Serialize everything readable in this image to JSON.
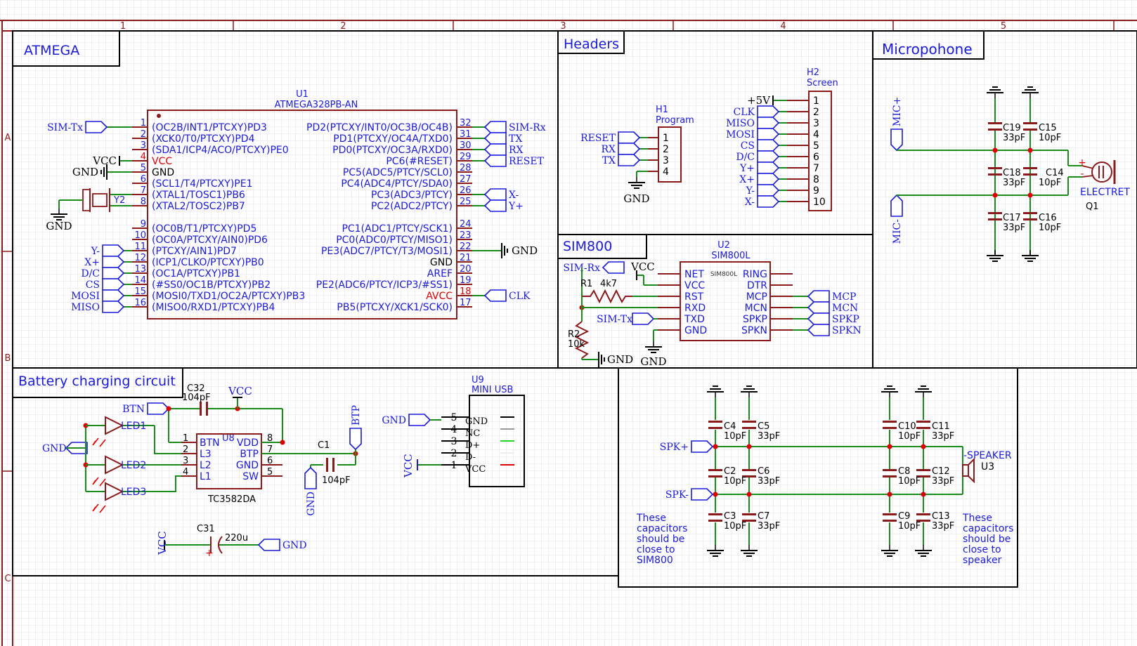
{
  "colors": {
    "wire": "#1a8c1a",
    "part": "#8b1a1a",
    "pin": "#8b1a1a",
    "label": "#1a1adb",
    "power": "#000000",
    "red": "#e00000",
    "frame": "#8b1a1a",
    "grid": "#e2e2ea",
    "box": "#000000"
  },
  "ruler": {
    "cols": [
      "1",
      "2",
      "3",
      "4",
      "5"
    ],
    "rows": [
      "A",
      "B",
      "C"
    ]
  },
  "sections": {
    "atmega": "ATMEGA",
    "headers": "Headers",
    "mic": "Micropohone",
    "sim800": "SIM800",
    "battery": "Battery charging circuit"
  },
  "u1": {
    "ref": "U1",
    "part": "ATMEGA328PB-AN",
    "left_pins": [
      {
        "num": "1",
        "name": "(OC2B/INT1/PTCXY)PD3"
      },
      {
        "num": "2",
        "name": "(XCK0/T0/PTCXY)PD4"
      },
      {
        "num": "3",
        "name": "(SDA1/ICP4/ACO/PTCXY)PE0"
      },
      {
        "num": "4",
        "name": "VCC",
        "red": true
      },
      {
        "num": "5",
        "name": "GND"
      },
      {
        "num": "6",
        "name": "(SCL1/T4/PTCXY)PE1"
      },
      {
        "num": "7",
        "name": "(XTAL1/TOSC1)PB6"
      },
      {
        "num": "8",
        "name": "(XTAL2/TOSC2)PB7"
      },
      {
        "num": "9",
        "name": "(OC0B/T1/PTCXY)PD5"
      },
      {
        "num": "10",
        "name": "(OC0A/PTCXY/AIN0)PD6"
      },
      {
        "num": "11",
        "name": "(PTCXY/AIN1)PD7"
      },
      {
        "num": "12",
        "name": "(ICP1/CLKO/PTCXY)PB0"
      },
      {
        "num": "13",
        "name": "(OC1A/PTCXY)PB1"
      },
      {
        "num": "14",
        "name": "(#SS0/OC1B/PTCXY)PB2"
      },
      {
        "num": "15",
        "name": "(MOSI0/TXD1/OC2A/PTCXY)PB3"
      },
      {
        "num": "16",
        "name": "(MISO0/RXD1/PTCXY)PB4"
      }
    ],
    "right_pins": [
      {
        "num": "32",
        "name": "PD2(PTCXY/INT0/OC3B/OC4B)"
      },
      {
        "num": "31",
        "name": "PD1(PTCXY/OC4A/TXD0)"
      },
      {
        "num": "30",
        "name": "PD0(PTCXY/OC3A/RXD0)"
      },
      {
        "num": "29",
        "name": "PC6(#RESET)"
      },
      {
        "num": "28",
        "name": "PC5(ADC5/PTCY/SCL0)"
      },
      {
        "num": "27",
        "name": "PC4(ADC4/PTCY/SDA0)"
      },
      {
        "num": "26",
        "name": "PC3(ADC3/PTCY)"
      },
      {
        "num": "25",
        "name": "PC2(ADC2/PTCY)"
      },
      {
        "num": "24",
        "name": "PC1(ADC1/PTCY/SCK1)"
      },
      {
        "num": "23",
        "name": "PC0(ADC0/PTCY/MISO1)"
      },
      {
        "num": "22",
        "name": "PE3(ADC7/PTCY/T3/MOSI1)"
      },
      {
        "num": "21",
        "name": "GND"
      },
      {
        "num": "20",
        "name": "AREF"
      },
      {
        "num": "19",
        "name": "PE2(ADC6/PTCY/ICP3/#SS1)"
      },
      {
        "num": "18",
        "name": "AVCC",
        "red": true
      },
      {
        "num": "17",
        "name": "PB5(PTCXY/XCK1/SCK0)"
      }
    ],
    "left_nets": {
      "sim_tx": "SIM-Tx",
      "y_minus": "Y-",
      "x_plus": "X+",
      "dc": "D/C",
      "cs": "CS",
      "mosi": "MOSI",
      "miso": "MISO"
    },
    "right_nets": {
      "sim_rx": "SIM-Rx",
      "tx": "TX",
      "rx": "RX",
      "reset": "RESET",
      "x_minus": "X-",
      "y_plus": "Y+",
      "clk": "CLK"
    },
    "vcc": "VCC",
    "gnd": "GND",
    "xtal": "Y2"
  },
  "h1": {
    "ref": "H1",
    "name": "Program",
    "pins": [
      "1",
      "2",
      "3",
      "4"
    ],
    "nets": [
      "RESET",
      "RX",
      "TX"
    ],
    "gnd": "GND"
  },
  "h2": {
    "ref": "H2",
    "name": "Screen",
    "pins": [
      "1",
      "2",
      "3",
      "4",
      "5",
      "6",
      "7",
      "8",
      "9",
      "10"
    ],
    "nets": [
      "+5V",
      "CLK",
      "MISO",
      "MOSI",
      "CS",
      "D/C",
      "Y+",
      "X+",
      "Y-",
      "X-"
    ]
  },
  "mic": {
    "in_plus": "MIC+",
    "in_minus": "MIC-",
    "caps": [
      {
        "ref": "C15",
        "val": "10pF"
      },
      {
        "ref": "C19",
        "val": "33pF"
      },
      {
        "ref": "C18",
        "val": "33pF"
      },
      {
        "ref": "C14",
        "val": "10pF"
      },
      {
        "ref": "C17",
        "val": "33pF"
      },
      {
        "ref": "C16",
        "val": "10pF"
      }
    ],
    "plus": "+",
    "minus": "-",
    "device": "ELECTRET",
    "ref": "Q1"
  },
  "u2": {
    "ref": "U2",
    "part": "SIM800L",
    "small": "SIM800L",
    "left": [
      "NET",
      "VCC",
      "RST",
      "RXD",
      "TXD",
      "GND"
    ],
    "right": [
      "RING",
      "DTR",
      "MCP",
      "MCN",
      "SPKP",
      "SPKN"
    ],
    "nets_out": [
      "MCP",
      "MCN",
      "SPKP",
      "SPKN"
    ],
    "sim_rx": "SIM-Rx",
    "sim_tx": "SIM-Tx",
    "vcc": "VCC",
    "gnd": "GND",
    "gnd2": "GND",
    "r1": {
      "ref": "R1",
      "val": "4k7"
    },
    "r2": {
      "ref": "R2",
      "val": "10k"
    }
  },
  "battery": {
    "c32": {
      "ref": "C32",
      "val": "104pF"
    },
    "vcc": "VCC",
    "btn": "BTN",
    "gnd": "GND",
    "leds": [
      "LED1",
      "LED2",
      "LED3"
    ],
    "u8": {
      "ref": "U8",
      "part": "TC3582DA",
      "left": [
        "1",
        "2",
        "3",
        "4"
      ],
      "left_names": [
        "BTN",
        "L3",
        "L2",
        "L1"
      ],
      "right": [
        "8",
        "7",
        "6",
        "5"
      ],
      "right_names": [
        "VDD",
        "BTP",
        "GND",
        "SW"
      ]
    },
    "btp": "BTP",
    "c1": {
      "ref": "C1",
      "val": "104pF"
    },
    "gnd_v": "GND",
    "c31": {
      "ref": "C31",
      "val": "220u"
    },
    "vcc2": "VCC",
    "gnd2": "GND"
  },
  "u9": {
    "ref": "U9",
    "part": "MINI USB",
    "pins": [
      "5",
      "4",
      "3",
      "2",
      "1"
    ],
    "names": [
      "GND",
      "NC",
      "D+",
      "D-",
      "VCC"
    ],
    "gnd": "GND",
    "vcc": "VCC"
  },
  "speaker": {
    "left_caps": [
      {
        "ref": "C4",
        "val": "10pF"
      },
      {
        "ref": "C5",
        "val": "33pF"
      },
      {
        "ref": "C2",
        "val": "10pF"
      },
      {
        "ref": "C6",
        "val": "33pF"
      },
      {
        "ref": "C3",
        "val": "10pF"
      },
      {
        "ref": "C7",
        "val": "33pF"
      }
    ],
    "right_caps": [
      {
        "ref": "C10",
        "val": "10pF"
      },
      {
        "ref": "C11",
        "val": "33pF"
      },
      {
        "ref": "C8",
        "val": "10pF"
      },
      {
        "ref": "C12",
        "val": "33pF"
      },
      {
        "ref": "C9",
        "val": "10pF"
      },
      {
        "ref": "C13",
        "val": "33pF"
      }
    ],
    "spk_plus": "SPK+",
    "spk_minus": "SPK-",
    "device": "-SPEAKER",
    "ref": "U3",
    "note_left": [
      "These",
      "capacitors",
      "should be",
      "close to",
      "SIM800"
    ],
    "note_right": [
      "These",
      "capacitors",
      "should be",
      "close to",
      "speaker"
    ]
  }
}
